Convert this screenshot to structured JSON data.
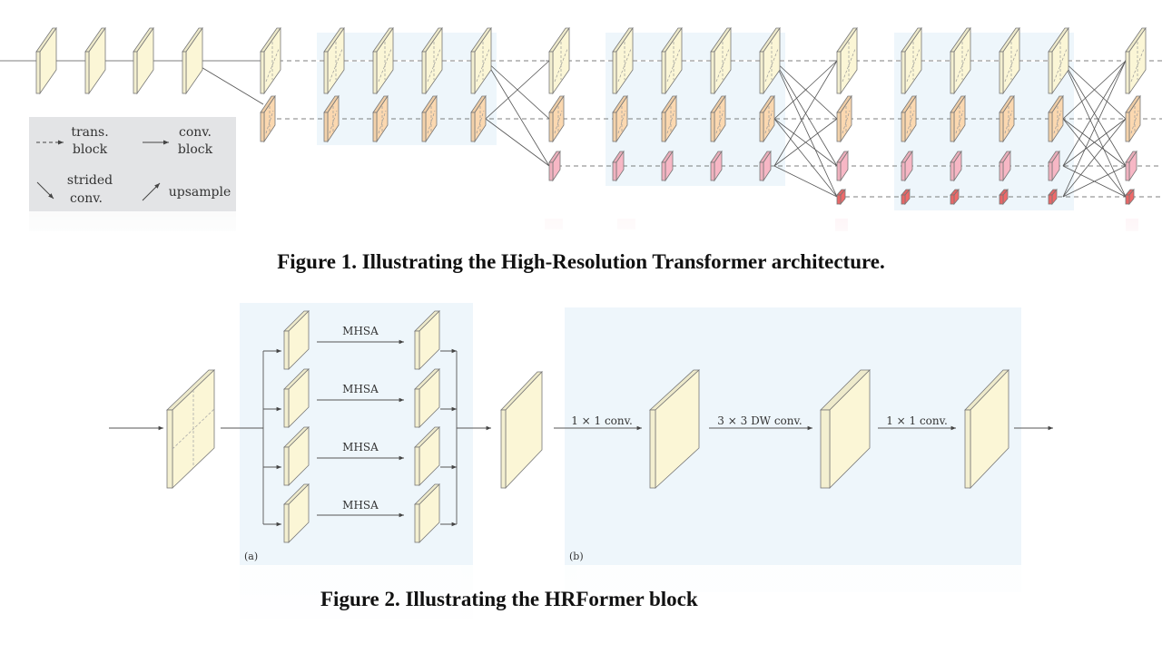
{
  "figure1": {
    "caption": "Figure 1. Illustrating the High-Resolution Transformer architecture.",
    "legend": {
      "trans_block": [
        "trans.",
        "block"
      ],
      "conv_block": [
        "conv.",
        "block"
      ],
      "strided_conv": [
        "strided",
        "conv."
      ],
      "upsample": "upsample"
    },
    "colors": {
      "stream1": "#fbf6d6",
      "stream2": "#fbd8b0",
      "stream3": "#f7b7c5",
      "stream4": "#ef6a6a",
      "stage_bg": "#eef6fb",
      "legend_bg": "#e3e4e6"
    }
  },
  "figure2": {
    "caption": "Figure 2. Illustrating the HRFormer block",
    "panel_a_label": "(a)",
    "panel_b_label": "(b)",
    "mhsa_label": "MHSA",
    "conv1_label": "1 × 1 conv.",
    "dwconv_label": "3 × 3 DW conv.",
    "conv2_label": "1 × 1 conv."
  }
}
